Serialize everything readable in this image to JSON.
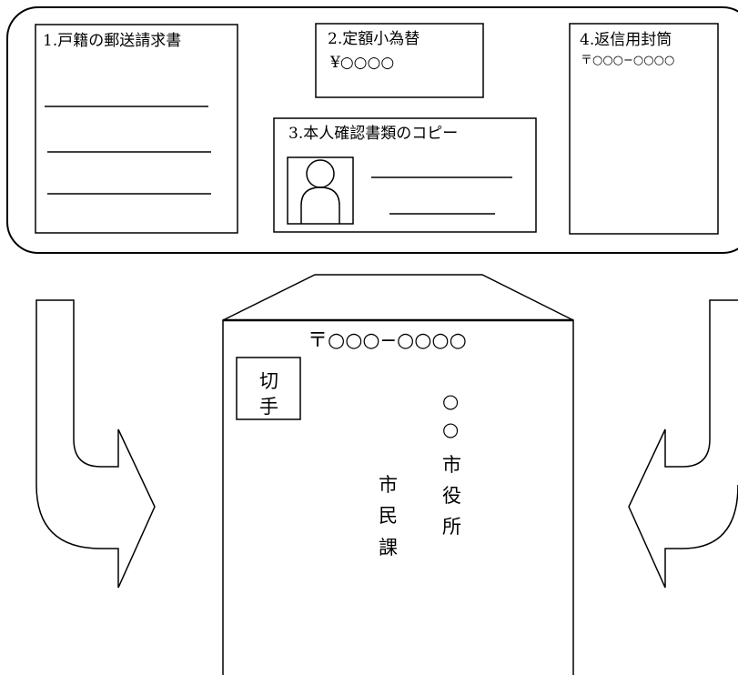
{
  "documents": {
    "request_form": {
      "label": "1.戸籍の郵送請求書"
    },
    "money_order": {
      "label": "2.定額小為替",
      "amount": "¥○○○○"
    },
    "id_copy": {
      "label": "3.本人確認書類のコピー"
    },
    "return_envelope": {
      "label": "4.返信用封筒",
      "postal": "〒○○○−○○○○"
    }
  },
  "envelope": {
    "postal": "〒○○○−○○○○",
    "stamp": [
      "切",
      "手"
    ],
    "address": [
      "○",
      "○",
      "市",
      "役",
      "所"
    ],
    "department": [
      "市",
      "民",
      "課"
    ]
  }
}
